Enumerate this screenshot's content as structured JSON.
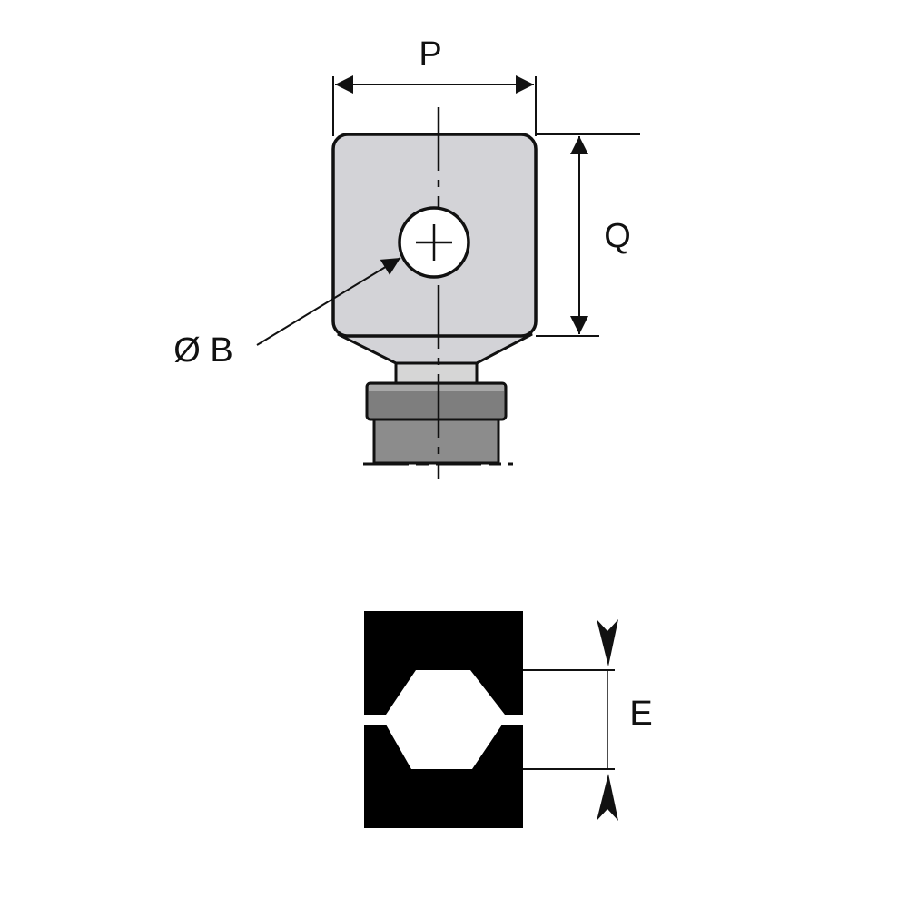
{
  "labels": {
    "width": "P",
    "height": "Q",
    "hole_diameter": "Ø B",
    "crimp_size": "E"
  },
  "colors": {
    "die_body": "#d3d3d7",
    "flange": "#7e7e7e",
    "shank": "#8c8c8c",
    "insert": "#000000"
  }
}
